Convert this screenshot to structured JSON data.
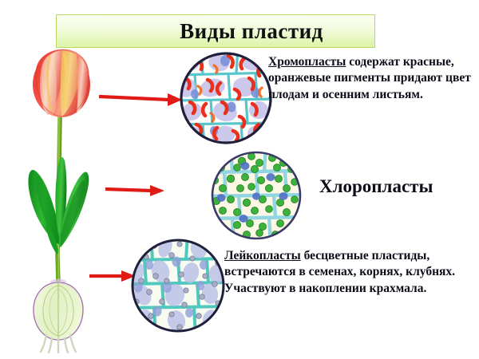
{
  "title": {
    "text": "Виды пластид"
  },
  "colors": {
    "banner_top": "#fbfff2",
    "banner_bottom": "#ddf3a8",
    "banner_border": "#b8d96a",
    "arrow_red": "#e01b16",
    "text_black": "#0d0d1a",
    "circle_outline": "#20203c",
    "cell_wall_teal": "#49c2c8",
    "chromoplast_red": "#e8301d",
    "chloroplast_green": "#3cb13c",
    "nucleus_blue": "#4f6fc4",
    "vacuole_lavender": "#c3bee8",
    "leucoplast_grain": "#8d93b0",
    "leaf_green": "#1f9e28",
    "flower_red": "#ef3b33",
    "flower_yellow": "#f5c542",
    "bulb_pale": "#eaf5d2",
    "bulb_outline": "#a06bb0"
  },
  "captions": {
    "chromoplast": {
      "term": "Хромопласты",
      "body": " содержат красные, оранжевые пигменты придают цвет плодам и осенним листьям."
    },
    "chloroplast": {
      "label": "Хлоропласты"
    },
    "leucoplast": {
      "term": "Лейкопласты",
      "body": " бесцветные пластиды, встречаются в семенах, корнях, клубнях. Участвуют в  накоплении крахмала."
    }
  },
  "figures": {
    "plant": {
      "name": "Тюльпан",
      "parts": [
        "цветок",
        "листья",
        "стебель",
        "луковица",
        "корни"
      ]
    },
    "micrographs": [
      {
        "id": "chromoplast",
        "name": "Клетки с хромопластами",
        "organelle_shape": "серповидные красно-оранжевые пластиды"
      },
      {
        "id": "chloroplast",
        "name": "Клетки с хлоропластами",
        "organelle_shape": "округлые зелёные пластиды"
      },
      {
        "id": "leucoplast",
        "name": "Клетки с лейкопластами",
        "organelle_shape": "мелкие бесцветные зёрна"
      }
    ],
    "arrows": [
      {
        "id": "arrow-chromoplast",
        "from": "цветок",
        "to": "хромопласты"
      },
      {
        "id": "arrow-chloroplast",
        "from": "лист",
        "to": "хлоропласты"
      },
      {
        "id": "arrow-leucoplast",
        "from": "луковица",
        "to": "лейкопласты"
      }
    ]
  }
}
